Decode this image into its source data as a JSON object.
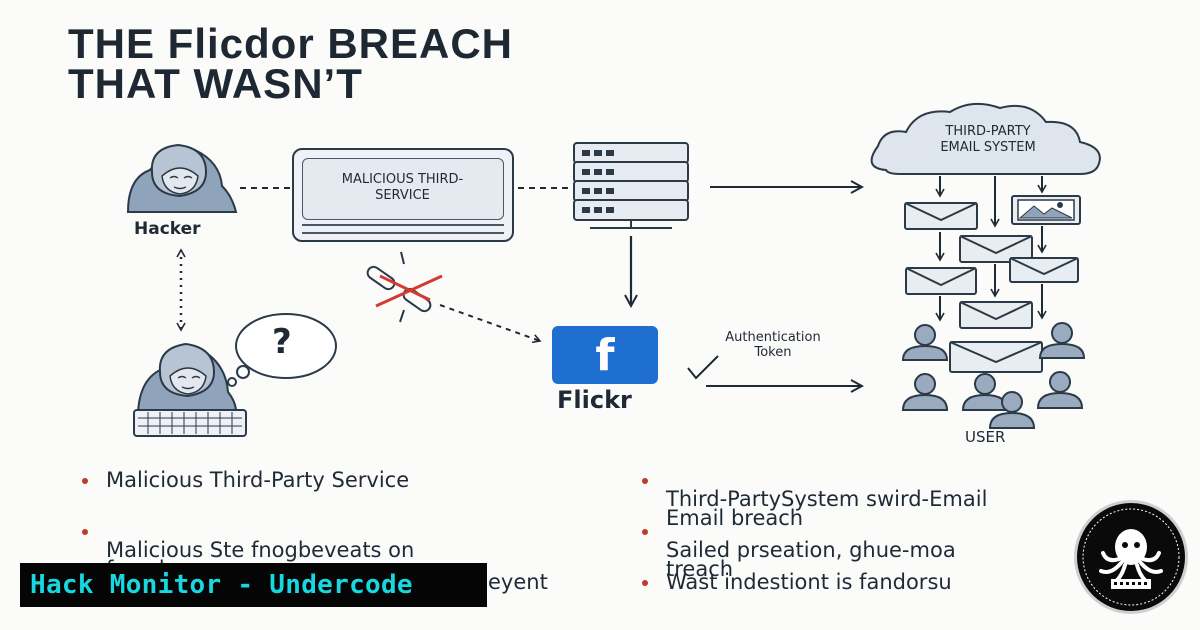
{
  "title": {
    "line1": "THE Flicdor BREACH",
    "line2": "THAT WASN’T"
  },
  "diagram": {
    "hacker_label": "Hacker",
    "malicious_service_label": "MALICIOUS THIRD-\nSERVICE",
    "cloud_label": "THIRD-PARTY\nEMAIL SYSTEM",
    "flickr_tile_text": "f",
    "flickr_label": "Flickr",
    "auth_label": "Authentication\nToken",
    "user_label": "USER",
    "question_mark": "?"
  },
  "bullets": {
    "left": [
      "Malicious Third-Party Service",
      "Malicious Ste fnogbeveats on\nfreach",
      "eyent"
    ],
    "right": [
      "Third-PartySystem swird-Email\nEmail breach",
      "Sailed prseation, ghue-moa\ntreach",
      "Wast indestiont is fandorsu"
    ]
  },
  "banner": {
    "text": "Hack Monitor - Undercode"
  },
  "colors": {
    "accent_red": "#c0392b",
    "flickr_blue": "#1f6fd0",
    "banner_text": "#17d8e0",
    "icon_fill": "#9aabc0"
  }
}
